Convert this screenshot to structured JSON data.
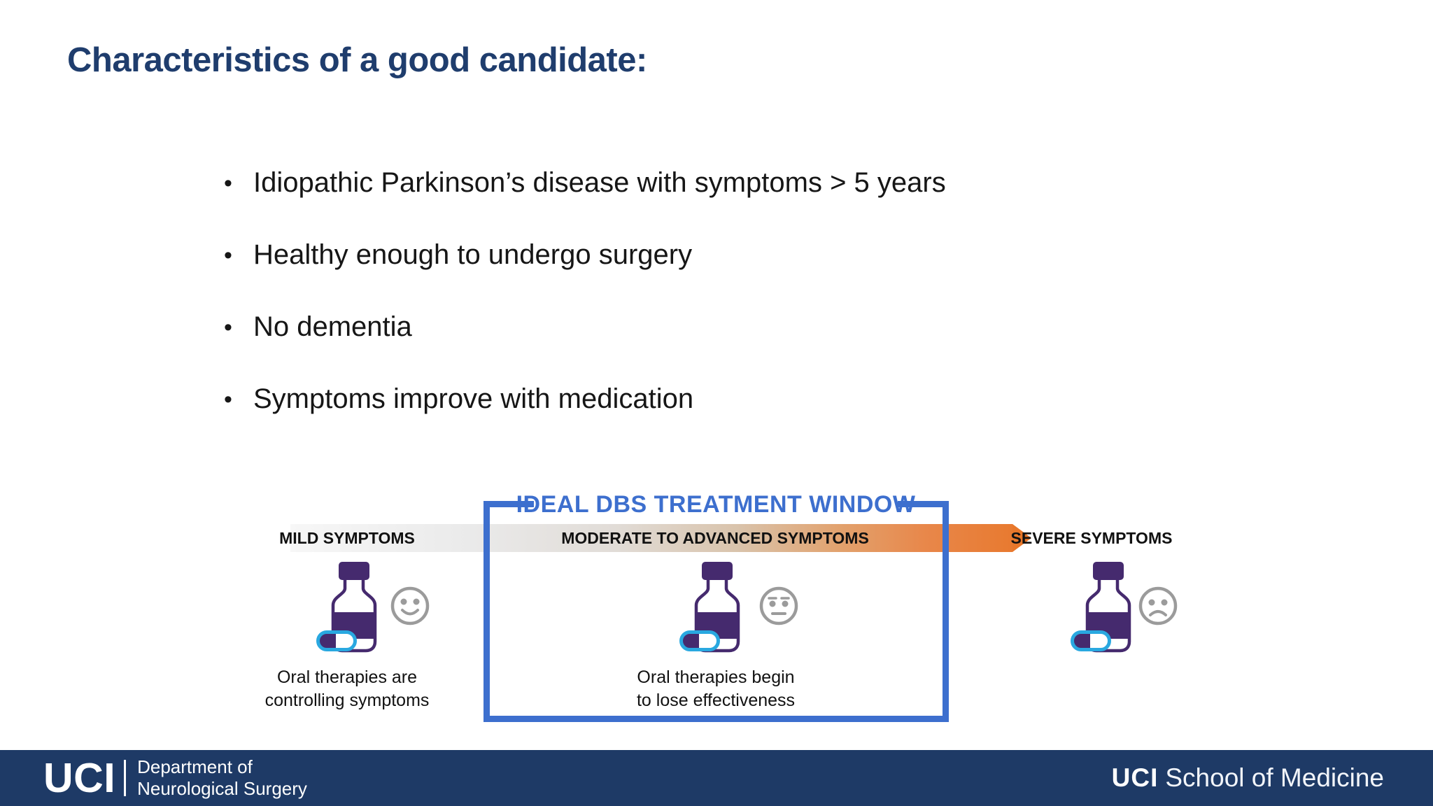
{
  "slide": {
    "title": "Characteristics of a good candidate:",
    "bullets": [
      "Idiopathic Parkinson’s disease with symptoms > 5 years",
      "Healthy enough to undergo surgery",
      "No dementia",
      "Symptoms improve with medication"
    ]
  },
  "diagram": {
    "heading": "IDEAL DBS TREATMENT WINDOW",
    "stages": [
      {
        "label": "MILD SYMPTOMS",
        "caption_line1": "Oral therapies are",
        "caption_line2": "controlling symptoms",
        "face": "happy-face-icon"
      },
      {
        "label": "MODERATE TO ADVANCED SYMPTOMS",
        "caption_line1": "Oral therapies begin",
        "caption_line2": "to lose effectiveness",
        "face": "neutral-face-icon"
      },
      {
        "label": "SEVERE SYMPTOMS",
        "face": "sad-face-icon"
      }
    ],
    "colors": {
      "window_blue": "#3d6fce",
      "arrow_orange": "#e8772a",
      "bottle_purple": "#452a6e",
      "capsule_blue": "#29a8e0",
      "face_gray": "#9b9b9b"
    }
  },
  "footer": {
    "left_logo": "UCI",
    "left_line1": "Department of",
    "left_line2": "Neurological Surgery",
    "right_logo": "UCI",
    "right_text": "School of Medicine",
    "background": "#1e3a66"
  },
  "colors": {
    "title_navy": "#1f3d6d",
    "body_text": "#161616"
  }
}
